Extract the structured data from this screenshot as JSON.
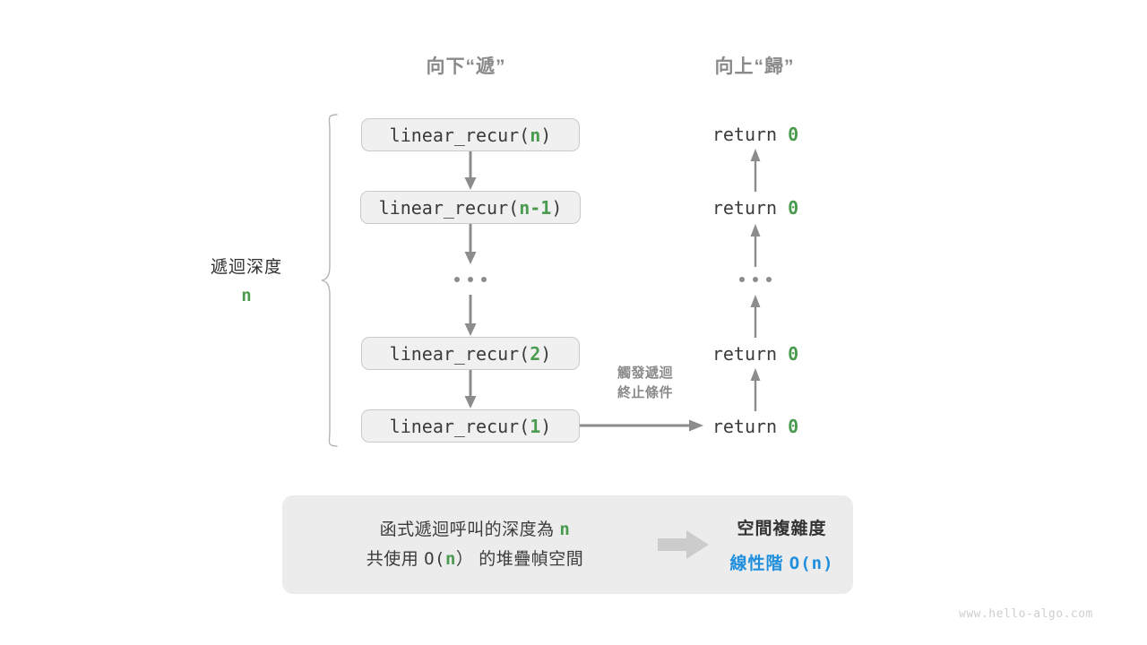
{
  "headings": {
    "down": "向下“遞”",
    "up": "向上“歸”"
  },
  "depth": {
    "label": "遞迴深度",
    "value": "n"
  },
  "colors": {
    "green": "#4a9a4f",
    "blue": "#1f8fdd",
    "gray_text": "#8a8a8a",
    "box_fill": "#f0f0f0",
    "box_border": "#c9c9c9",
    "panel_fill": "#ececec",
    "arrow": "#8c8c8c"
  },
  "call_stack": [
    {
      "prefix": "linear_recur(",
      "arg": "n",
      "suffix": ")"
    },
    {
      "prefix": "linear_recur(",
      "arg": "n-1",
      "suffix": ")"
    },
    {
      "prefix": "linear_recur(",
      "arg": "2",
      "suffix": ")"
    },
    {
      "prefix": "linear_recur(",
      "arg": "1",
      "suffix": ")"
    }
  ],
  "ellipsis_glyph": "...",
  "returns": [
    {
      "keyword": "return",
      "value": "0"
    },
    {
      "keyword": "return",
      "value": "0"
    },
    {
      "keyword": "return",
      "value": "0"
    },
    {
      "keyword": "return",
      "value": "0"
    }
  ],
  "annotation": {
    "line1": "觸發遞迴",
    "line2": "終止條件"
  },
  "summary": {
    "left_line1_pre": "函式遞迴呼叫的深度為 ",
    "left_line1_var": "n",
    "left_line2_pre": "共使用 ",
    "left_line2_mono_pre": "O(",
    "left_line2_var": "n",
    "left_line2_mono_post": "）",
    "left_line2_post": " 的堆疊幀空間",
    "arrow_icon": "right-block-arrow-icon",
    "right_title": "空間複雜度",
    "right_value_text": "線性階",
    "right_value_mono": "O(n)"
  },
  "watermark": "www.hello-algo.com"
}
